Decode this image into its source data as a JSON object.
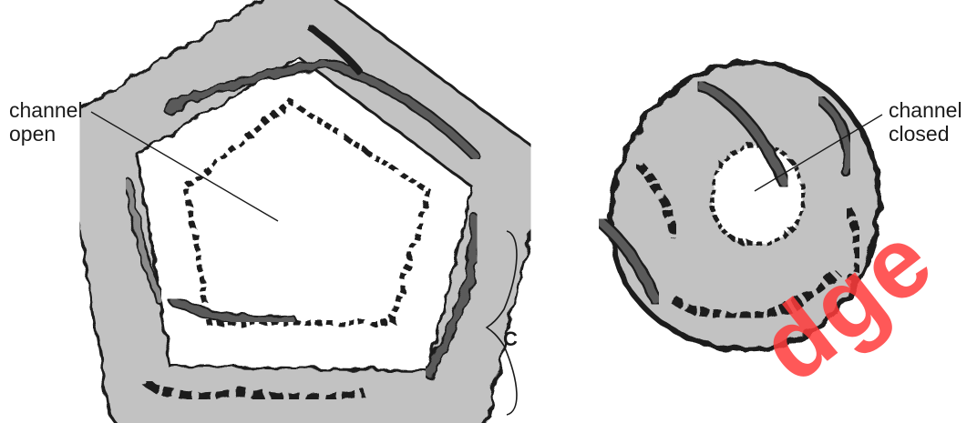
{
  "diagram": {
    "labels": {
      "open_line1": "channel",
      "open_line2": "open",
      "closed_line1": "channel",
      "closed_line2": "closed",
      "section": "C"
    },
    "watermark": "dge",
    "colors": {
      "light_ribbon": "#b8b8b8",
      "dark_ribbon": "#5a5a5a",
      "outline": "#1a1a1a",
      "watermark": "#ff3b3b"
    }
  }
}
